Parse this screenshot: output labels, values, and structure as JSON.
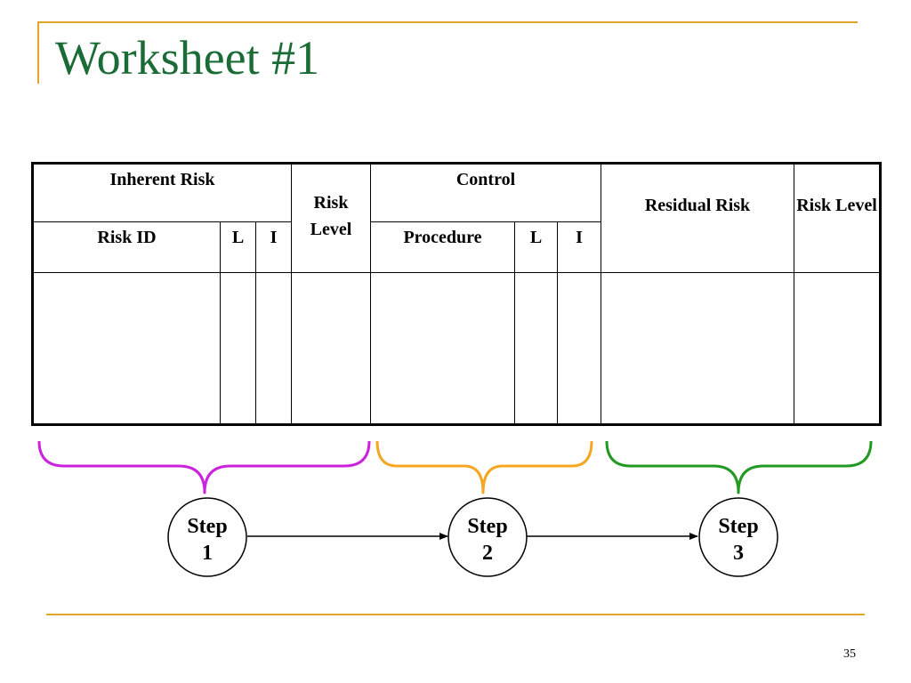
{
  "slide": {
    "title": "Worksheet #1",
    "page_number": "35"
  },
  "table": {
    "inherent_risk": "Inherent Risk",
    "risk_level_1": "Risk Level",
    "control": "Control",
    "residual_risk": "Residual Risk",
    "risk_level_2": "Risk Level",
    "risk_id": "Risk ID",
    "l_inherent": "L",
    "i_inherent": "I",
    "procedure": "Procedure",
    "l_control": "L",
    "i_control": "I"
  },
  "steps": [
    {
      "line1": "Step",
      "line2": "1"
    },
    {
      "line1": "Step",
      "line2": "2"
    },
    {
      "line1": "Step",
      "line2": "3"
    }
  ],
  "colors": {
    "title": "#1a6b35",
    "accent_lines": "#e3a42a",
    "brace_step1": "#cc22dd",
    "brace_step2": "#f5a623",
    "brace_step3": "#229922"
  }
}
